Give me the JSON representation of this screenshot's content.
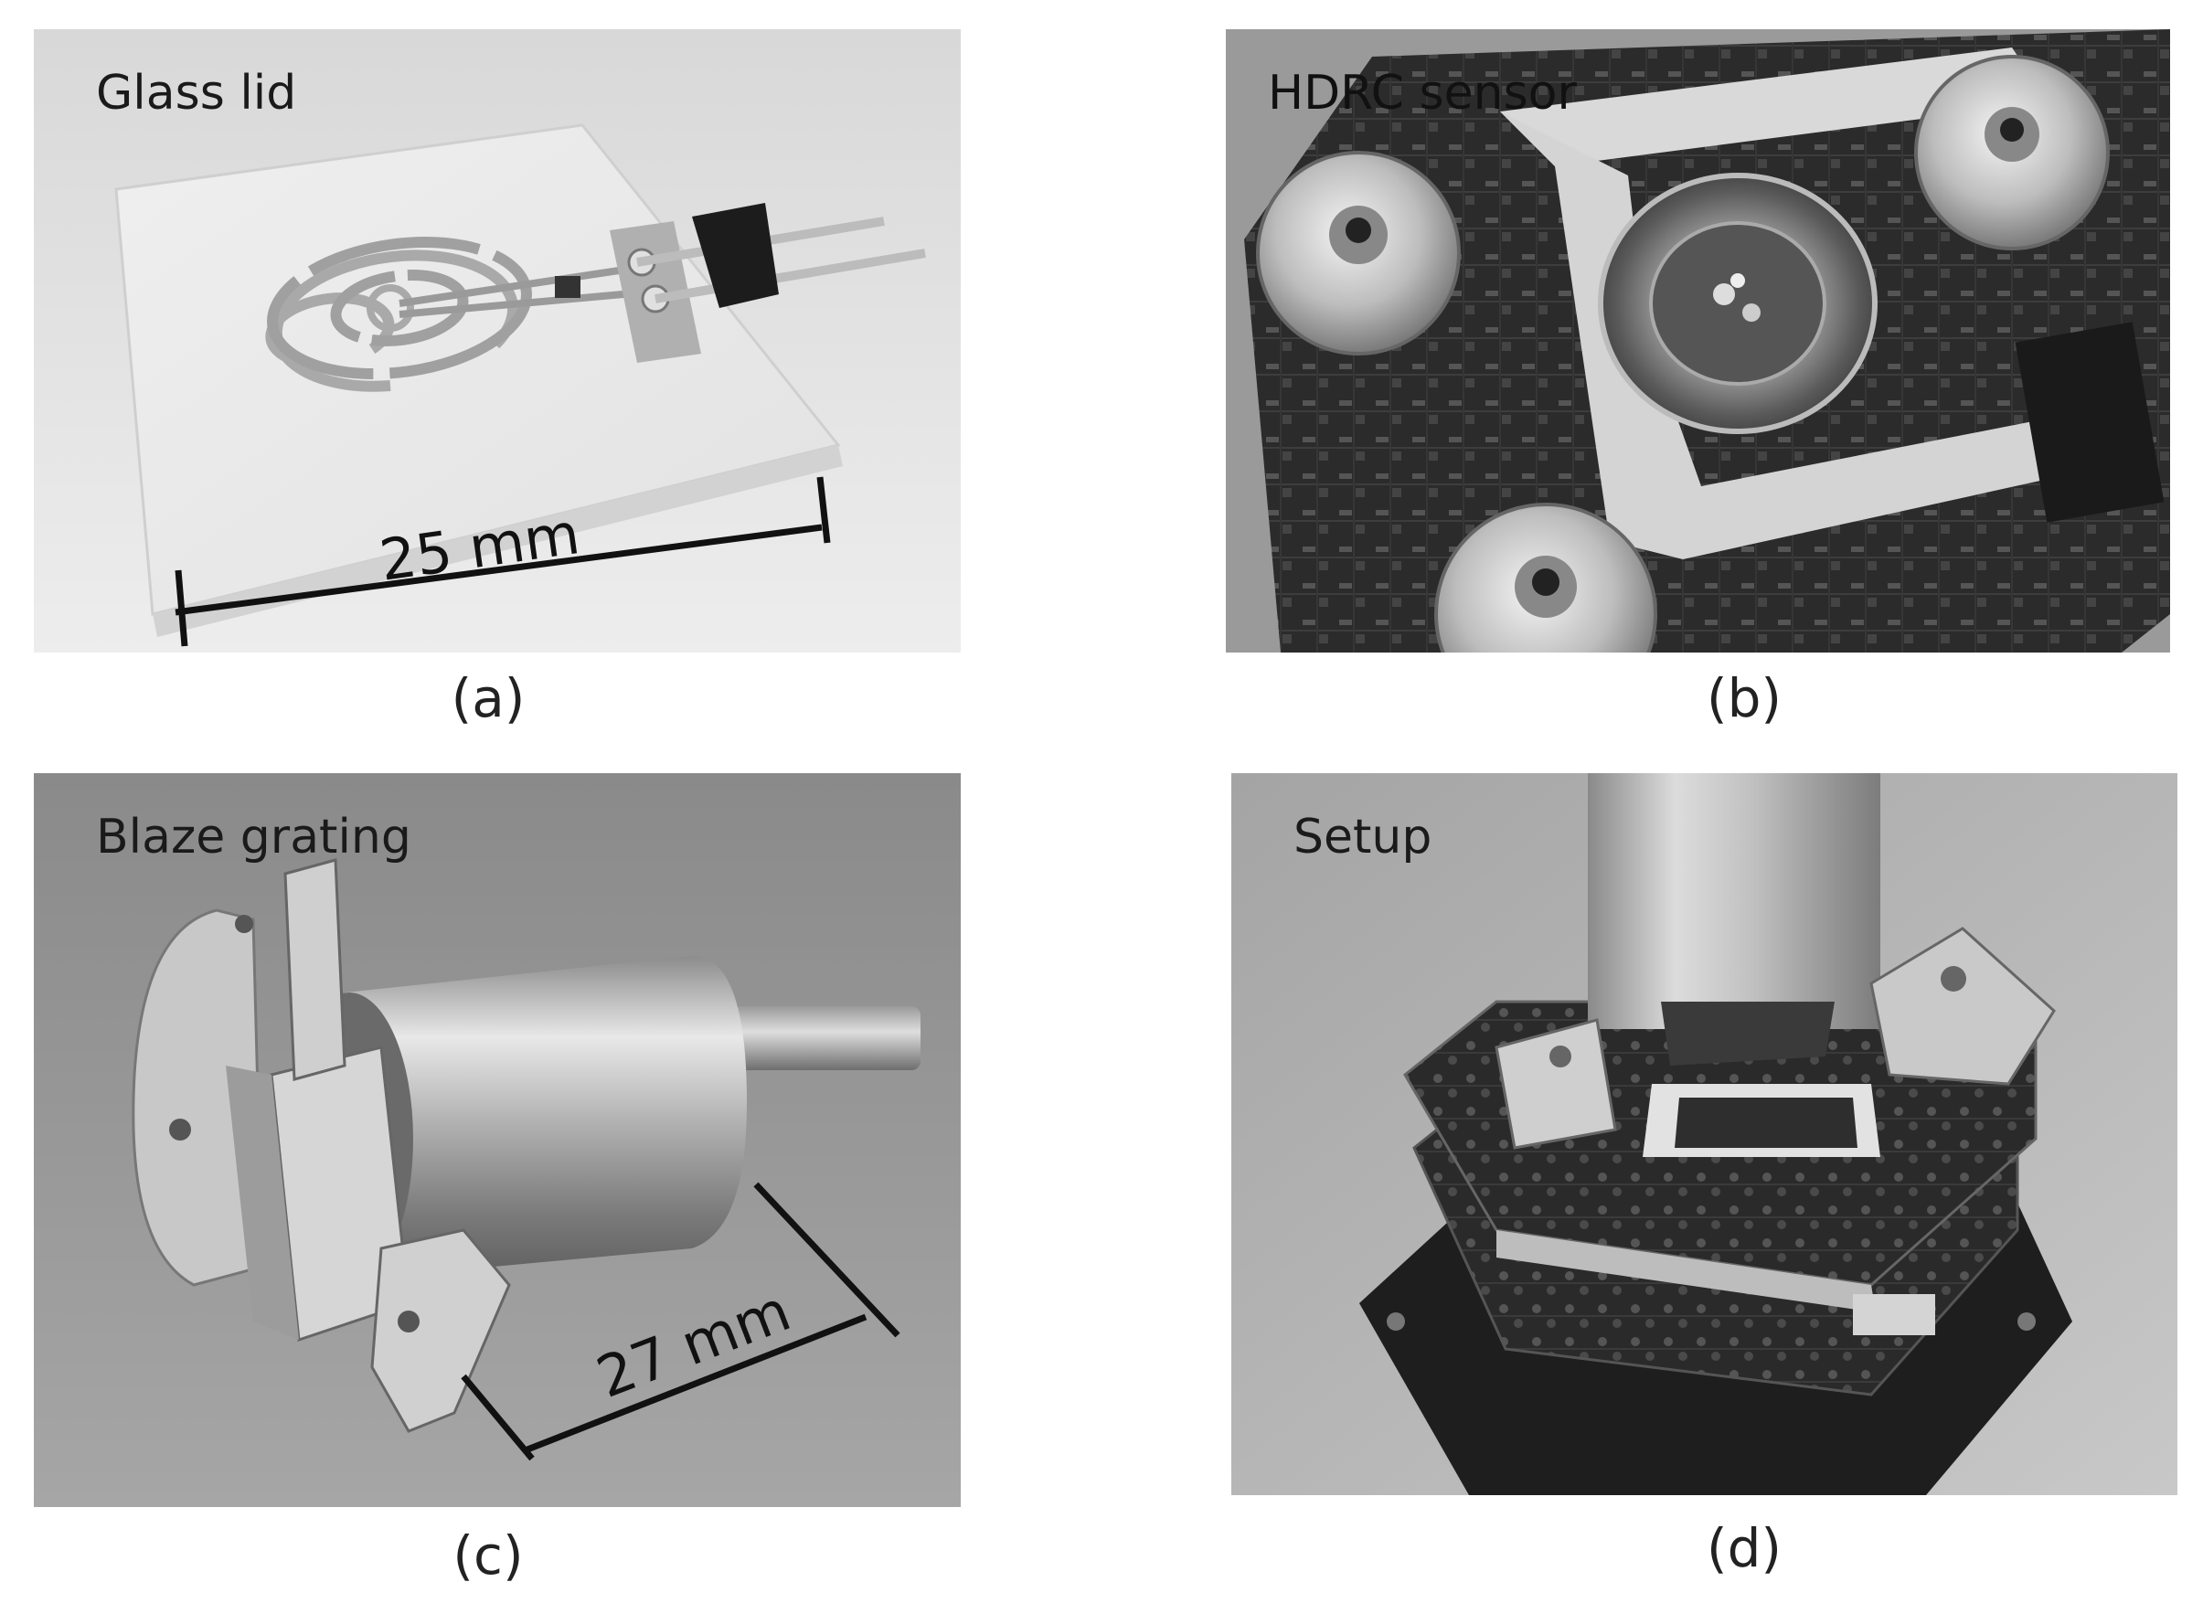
{
  "panels": [
    {
      "id": "a",
      "title": "Glass lid",
      "caption": "(a)",
      "dimension": "25 mm"
    },
    {
      "id": "b",
      "title": "HDRC sensor",
      "caption": "(b)"
    },
    {
      "id": "c",
      "title": "Blaze grating",
      "caption": "(c)",
      "dimension": "27 mm"
    },
    {
      "id": "d",
      "title": "Setup",
      "caption": "(d)"
    }
  ]
}
